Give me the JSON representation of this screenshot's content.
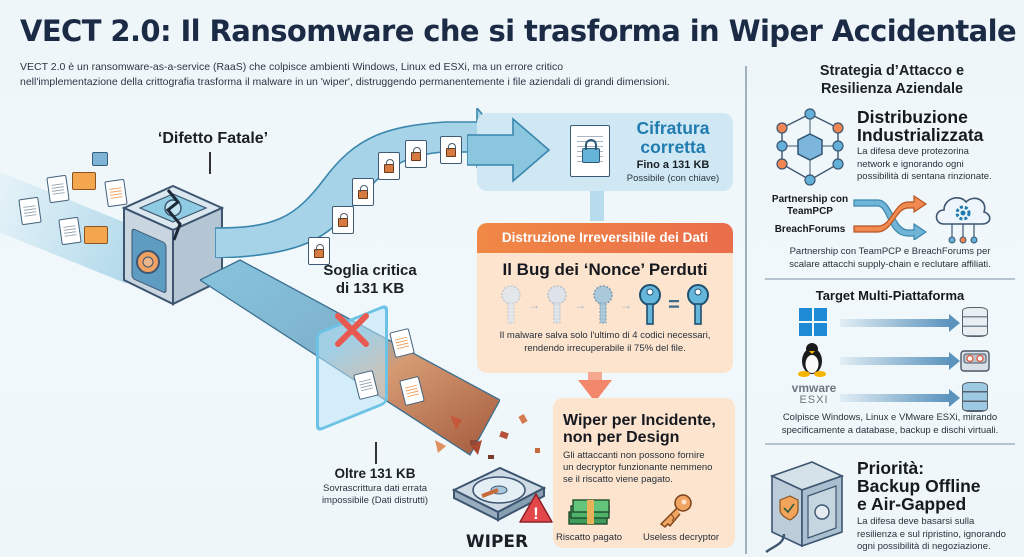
{
  "header": {
    "title": "VECT 2.0: Il Ransomware che si trasforma in Wiper Accidentale",
    "subtitle_line1": "VECT 2.0 è un ransomware-as-a-service (RaaS) che colpisce ambienti Windows, Linux ed ESXi, ma un errore critico",
    "subtitle_line2": "nell'implementazione della crittografia trasforma il malware in un 'wiper', distruggendo permanentemente i file aziendali di grandi dimensioni."
  },
  "flow": {
    "defect_label": "‘Difetto Fatale’",
    "threshold_line1": "Soglia critica",
    "threshold_line2": "di 131 KB",
    "over_title": "Oltre 131 KB",
    "over_line1": "Sovrascrittura dati errata",
    "over_line2": "impossibile (Dati distrutti)"
  },
  "encryption_card": {
    "title_line1": "Cifratura",
    "title_line2": "corretta",
    "limit": "Fino a 131 KB",
    "note": "Possibile (con chiave)"
  },
  "destruction_card": {
    "header": "Distruzione Irreversibile dei Dati",
    "title": "Il Bug dei ‘Nonce’ Perduti",
    "key_arrow": "→",
    "equals": "=",
    "desc_line1": "Il malware salva solo l'ultimo di 4 codici necessari,",
    "desc_line2": "rendendo irrecuperabile il 75% del file."
  },
  "wiper_card": {
    "title_line1": "Wiper per Incidente,",
    "title_line2": "non per Design",
    "desc_line1": "Gli attaccanti non possono fornire",
    "desc_line2": "un decryptor funzionante nemmeno",
    "desc_line3": "se il riscatto viene pagato.",
    "ransom_label": "Riscatto pagato",
    "decryptor_label": "Useless decryptor",
    "wiper_label": "WIPER",
    "warning_glyph": "!"
  },
  "right_panel": {
    "title_line1": "Strategia d’Attacco e",
    "title_line2": "Resilienza Aziendale",
    "distribution": {
      "title_line1": "Distribuzione",
      "title_line2": "Industrializzata",
      "desc_line1": "La difesa deve protezorina",
      "desc_line2": "network e ignorando ogni",
      "desc_line3": "possibilità di sentana rinzionate."
    },
    "partnership": {
      "label1_line1": "Partnership con",
      "label1_line2": "TeamPCP",
      "label2": "BreachForums",
      "desc_line1": "Partnership con TeamPCP e BreachForums per",
      "desc_line2": "scalare attacchi supply-chain e reclutare affiliati."
    },
    "targets": {
      "title": "Target Multi-Piattaforma",
      "platforms": [
        "Windows",
        "Linux",
        "VMware ESXi"
      ],
      "vmware_logo": "vmware",
      "esxi_logo": "ESXI",
      "desc_line1": "Colpisce Windows, Linux e VMware ESXi, mirando",
      "desc_line2": "specificamente a database, backup e dischi virtuali."
    },
    "priority": {
      "title_line1": "Priorità:",
      "title_line2": "Backup Offline",
      "title_line3": "e Air-Gapped",
      "desc_line1": "La difesa deve basarsi sulla",
      "desc_line2": "resilienza e sul ripristino, ignorando",
      "desc_line3": "ogni possibilità di negoziazione."
    }
  },
  "colors": {
    "title": "#1c2b45",
    "accent_blue": "#1f7bb0",
    "accent_orange": "#ee7a48",
    "card_blue_bg": "#cfe8f3",
    "card_orange_bg": "#fde4cf",
    "danger_red": "#e2474a"
  }
}
